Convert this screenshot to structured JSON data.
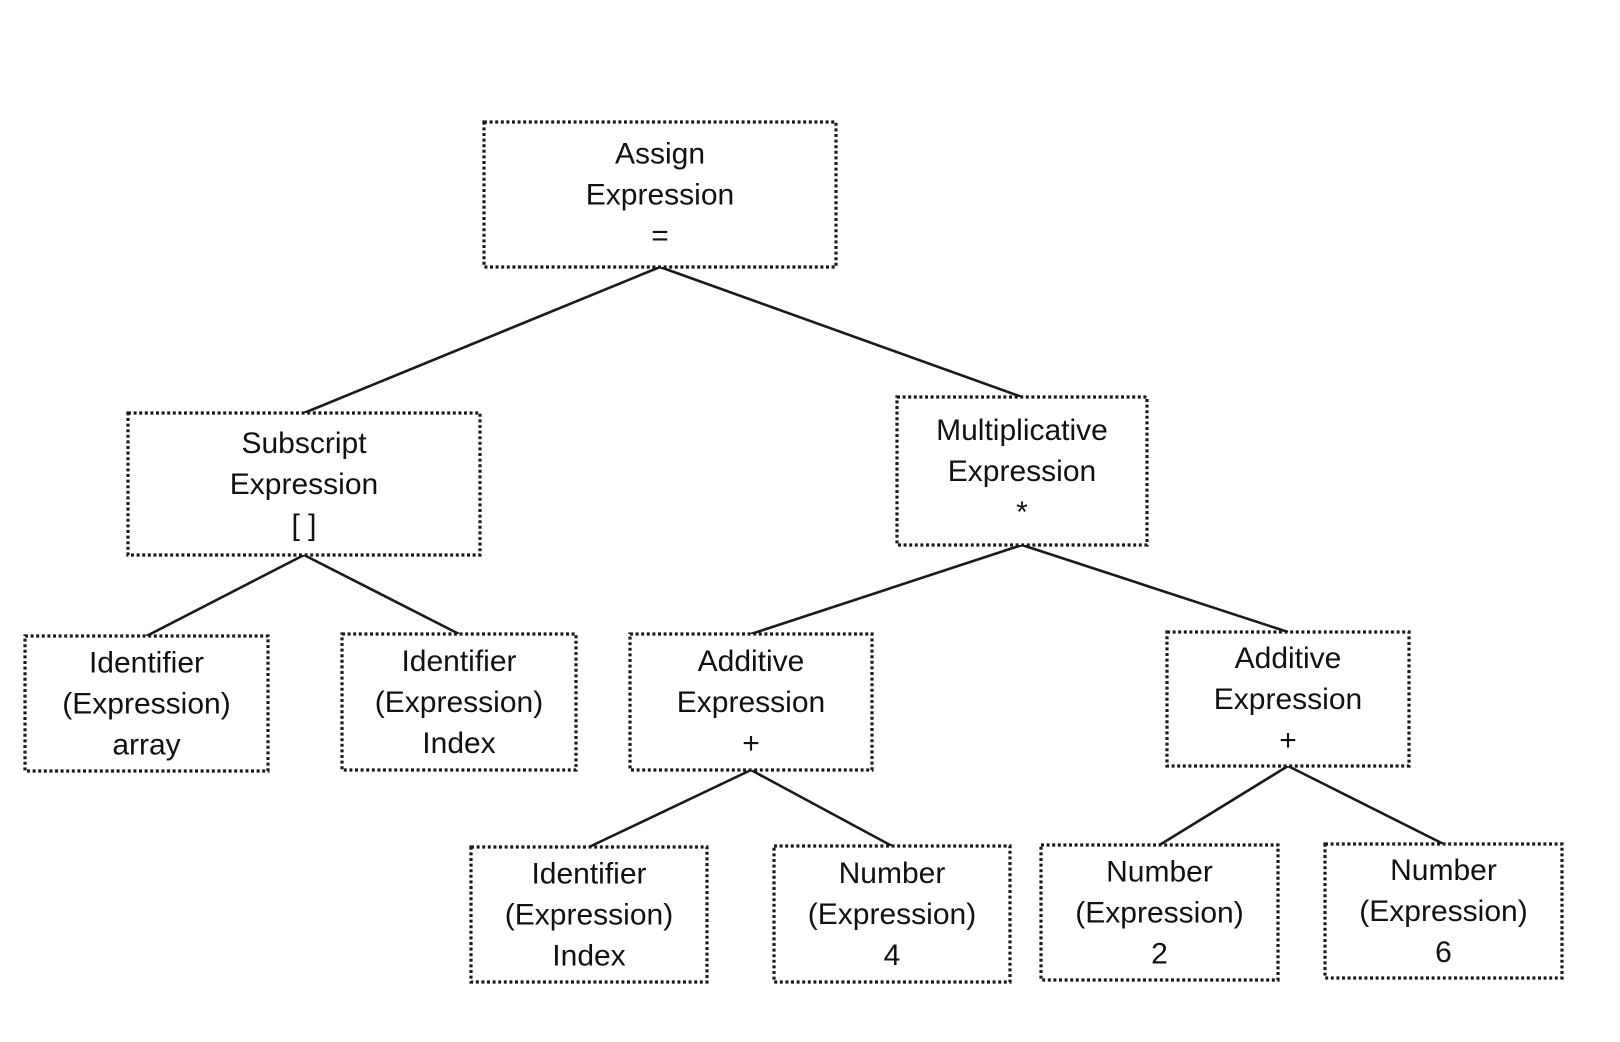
{
  "diagram": {
    "nodes": [
      {
        "id": "assign",
        "lines": [
          "Assign",
          "Expression",
          "="
        ]
      },
      {
        "id": "subscript",
        "lines": [
          "Subscript",
          "Expression",
          "[ ]"
        ]
      },
      {
        "id": "multiplicative",
        "lines": [
          "Multiplicative",
          "Expression",
          "*"
        ]
      },
      {
        "id": "ident-array",
        "lines": [
          "Identifier",
          "(Expression)",
          "array"
        ]
      },
      {
        "id": "ident-index-1",
        "lines": [
          "Identifier",
          "(Expression)",
          "Index"
        ]
      },
      {
        "id": "additive-1",
        "lines": [
          "Additive",
          "Expression",
          "+"
        ]
      },
      {
        "id": "additive-2",
        "lines": [
          "Additive",
          "Expression",
          "+"
        ]
      },
      {
        "id": "ident-index-2",
        "lines": [
          "Identifier",
          "(Expression)",
          "Index"
        ]
      },
      {
        "id": "number-4",
        "lines": [
          "Number",
          "(Expression)",
          "4"
        ]
      },
      {
        "id": "number-2",
        "lines": [
          "Number",
          "(Expression)",
          "2"
        ]
      },
      {
        "id": "number-6",
        "lines": [
          "Number",
          "(Expression)",
          "6"
        ]
      }
    ],
    "edges": [
      [
        "assign",
        "subscript"
      ],
      [
        "assign",
        "multiplicative"
      ],
      [
        "subscript",
        "ident-array"
      ],
      [
        "subscript",
        "ident-index-1"
      ],
      [
        "multiplicative",
        "additive-1"
      ],
      [
        "multiplicative",
        "additive-2"
      ],
      [
        "additive-1",
        "ident-index-2"
      ],
      [
        "additive-1",
        "number-4"
      ],
      [
        "additive-2",
        "number-2"
      ],
      [
        "additive-2",
        "number-6"
      ]
    ]
  }
}
